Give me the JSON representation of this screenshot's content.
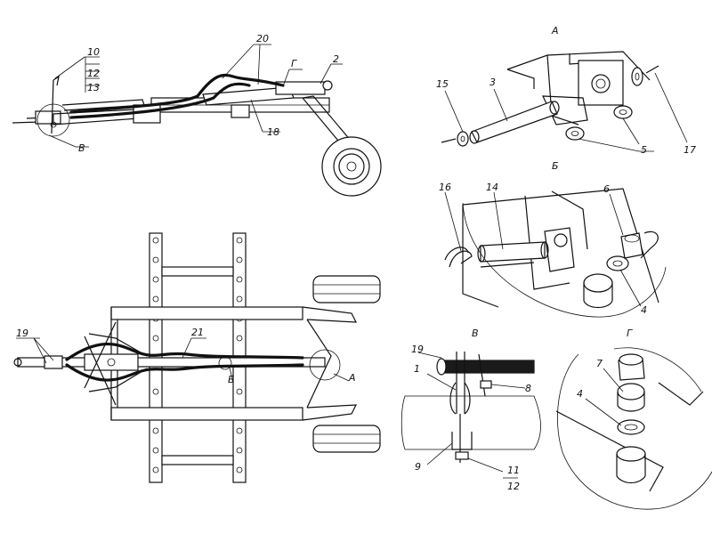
{
  "views": {
    "A": "А",
    "B": "Б",
    "V": "В",
    "G": "Г"
  },
  "callouts": {
    "c1": "1",
    "c2": "2",
    "c3": "3",
    "c4a": "4",
    "c4b": "4",
    "c5": "5",
    "c6": "6",
    "c7": "7",
    "c8": "8",
    "c9": "9",
    "c10": "10",
    "c11": "11",
    "c12a": "12",
    "c12b": "12",
    "c13": "13",
    "c14": "14",
    "c15": "15",
    "c16": "16",
    "c17": "17",
    "c18": "18",
    "c19a": "19",
    "c19b": "19",
    "c20": "20",
    "c21": "21",
    "cG": "Г",
    "cV": "В",
    "cB": "Б",
    "cA": "А"
  }
}
